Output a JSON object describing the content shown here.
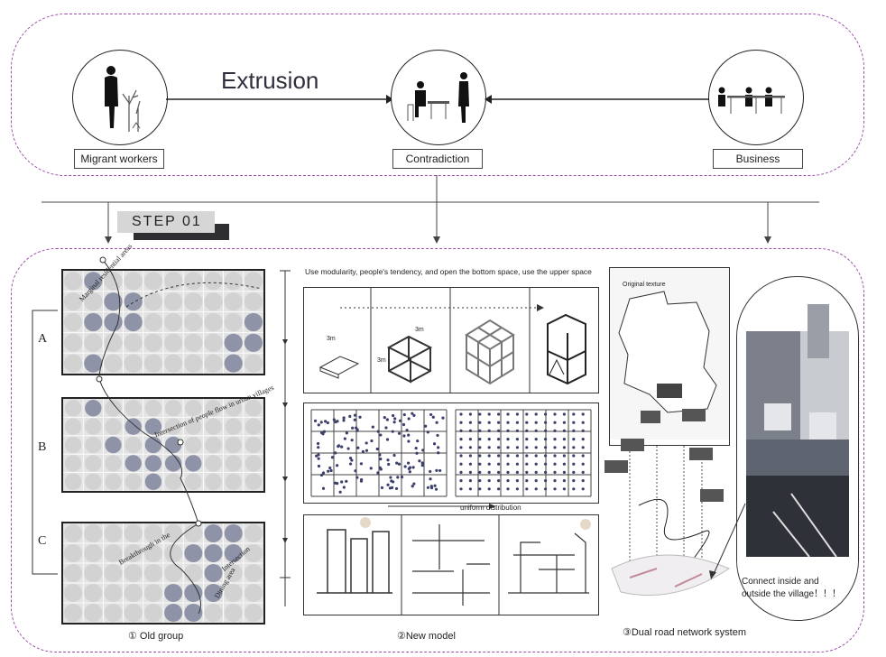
{
  "top": {
    "title": "Extrusion",
    "labels": {
      "migrant": "Migrant workers",
      "contradiction": "Contradiction",
      "business": "Business"
    }
  },
  "step": {
    "label": "STEP 01"
  },
  "old_group": {
    "caption": "① Old group",
    "letters": [
      "A",
      "B",
      "C"
    ],
    "annotations": {
      "a": "Marginal residential areas",
      "b": "Intersection of people flow in urban villages",
      "c1": "Breakthrough in the",
      "c2": "Dining area",
      "c3": "Intersection"
    }
  },
  "new_model": {
    "intro": "Use modularity, people's tendency, and open the bottom space, use the upper space",
    "caption": "②New model",
    "distribution_label": "uniform distribution",
    "dims": {
      "w": "3m",
      "d": "3m",
      "h": "3m"
    }
  },
  "road_network": {
    "caption": "③Dual road network system",
    "texture_label": "Original texture"
  },
  "photo_panel": {
    "caption": "Connect inside and outside the village！！！"
  },
  "colors": {
    "frame": "#9b4fa8",
    "dot": "#8e93a8",
    "grid_bg": "#e3e3e3"
  }
}
